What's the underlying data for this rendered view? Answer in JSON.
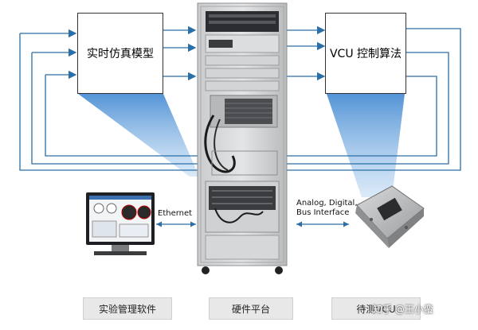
{
  "boxes": {
    "simulation_model": "实时仿真模型",
    "vcu_algorithm": "VCU 控制算法"
  },
  "links": {
    "ethernet": "Ethernet",
    "interface_line1": "Analog, Digital,",
    "interface_line2": "Bus Interface"
  },
  "bottom_labels": {
    "software": "实验管理软件",
    "hardware": "硬件平台",
    "dut": "待测VCU"
  },
  "watermark": "知乎 @王小蛮",
  "colors": {
    "line": "#2a6fa8",
    "beam": "#5a9ad6",
    "label_bg": "#e8e8e8"
  }
}
